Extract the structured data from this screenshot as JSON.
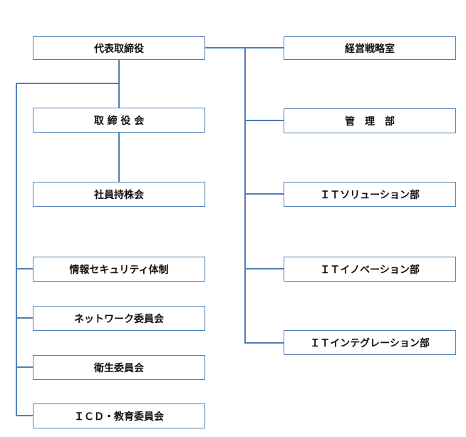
{
  "org_chart": {
    "left": {
      "daihyo": "代表取締役",
      "torishimariyakukai": "取 締 役 会",
      "shain_mochikabukai": "社員持株会",
      "joho_security": "情報セキュリティ体制",
      "network_iinkai": "ネットワーク委員会",
      "eisei_iinkai": "衛生委員会",
      "icd_kyoiku_iinkai": "ＩＣＤ・教育委員会"
    },
    "right": {
      "keiei_senryakushitsu": "経営戦略室",
      "kanribu": "管　理　部",
      "it_solution": "ＩＴソリューション部",
      "it_innovation": "ＩＴイノベーション部",
      "it_integration": "ＩＴインテグレーション部"
    },
    "colors": {
      "connector": "#4f7fb5",
      "box_border": "#4f7fb5",
      "text": "#111111"
    }
  }
}
